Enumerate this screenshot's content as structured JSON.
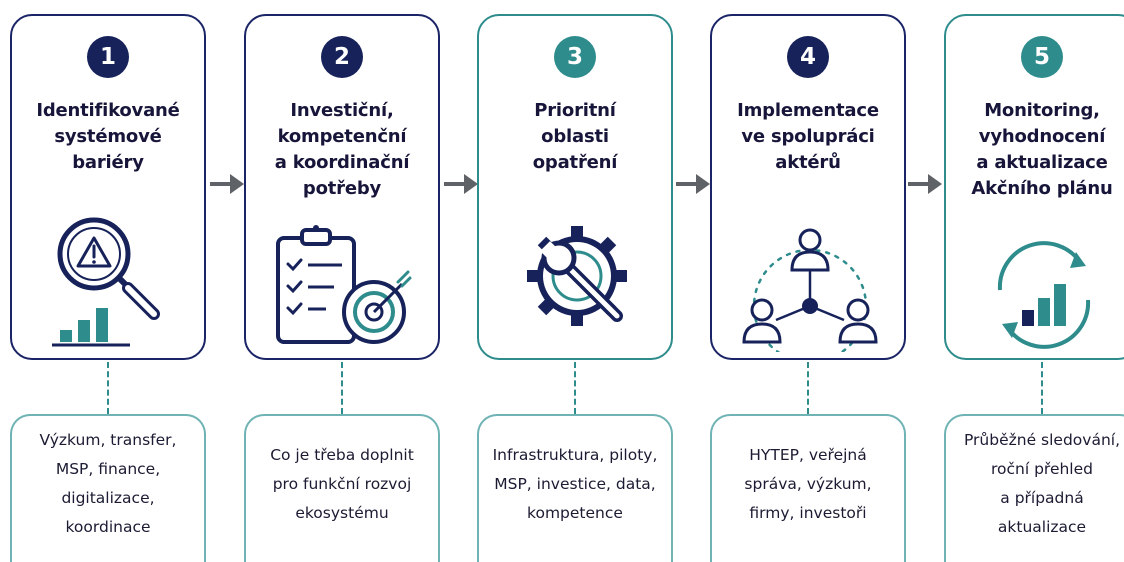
{
  "steps": [
    {
      "number": "1",
      "title": "Identifikované\nsystémové bariéry",
      "icon": "magnifier-warning-chart-icon",
      "description": "Výzkum, transfer,\nMSP, finance,\ndigitalizace,\nkoordinace"
    },
    {
      "number": "2",
      "title": "Investiční,\nkompetenční\na koordinační\npotřeby",
      "icon": "checklist-target-icon",
      "description": "Co je třeba doplnit\npro funkční rozvoj\nekosystému"
    },
    {
      "number": "3",
      "title": "Prioritní\noblasti\nopatření",
      "icon": "gear-wrench-icon",
      "description": "Infrastruktura, piloty,\nMSP, investice, data,\nkompetence"
    },
    {
      "number": "4",
      "title": "Implementace\nve spolupráci\naktérů",
      "icon": "people-network-icon",
      "description": "HYTEP, veřejná\nspráva, výzkum,\nfirmy, investoři"
    },
    {
      "number": "5",
      "title": "Monitoring,\nvyhodnocení\na aktualizace\nAkčního plánu",
      "icon": "cycle-chart-icon",
      "description": "Průběžné sledování,\nroční přehled\na případná\naktualizace"
    }
  ],
  "colors": {
    "navy": "#162259",
    "teal": "#2e8c8d",
    "arrow": "#5f6368"
  }
}
